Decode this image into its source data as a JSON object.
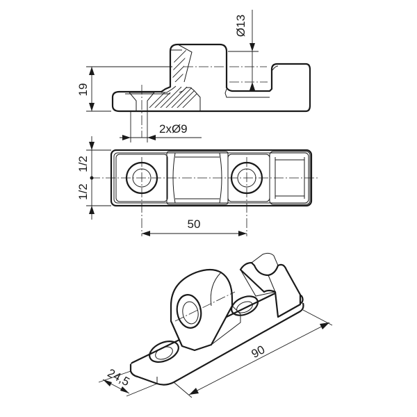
{
  "dimensions": {
    "dia13": "Ø13",
    "h19": "19",
    "hole2x9": "2xØ9",
    "half_top": "1/2",
    "half_bottom": "1/2",
    "spacing50": "50",
    "len90": "90",
    "width24_5": "24,5"
  }
}
